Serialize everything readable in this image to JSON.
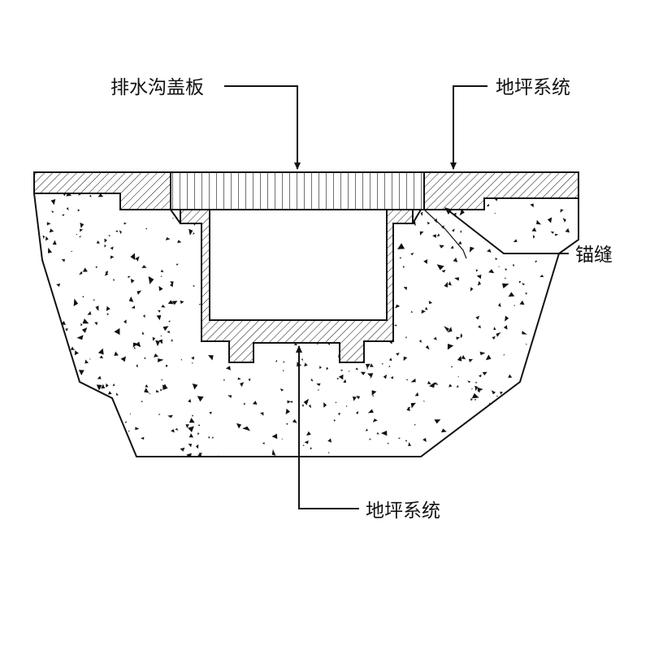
{
  "labels": {
    "drain_cover": "排水沟盖板",
    "floor_system_top": "地坪系统",
    "anchor_joint": "锚缝",
    "floor_system_bottom": "地坪系统"
  },
  "colors": {
    "line": "#111111",
    "background": "#ffffff",
    "aggregate": "#111111"
  }
}
